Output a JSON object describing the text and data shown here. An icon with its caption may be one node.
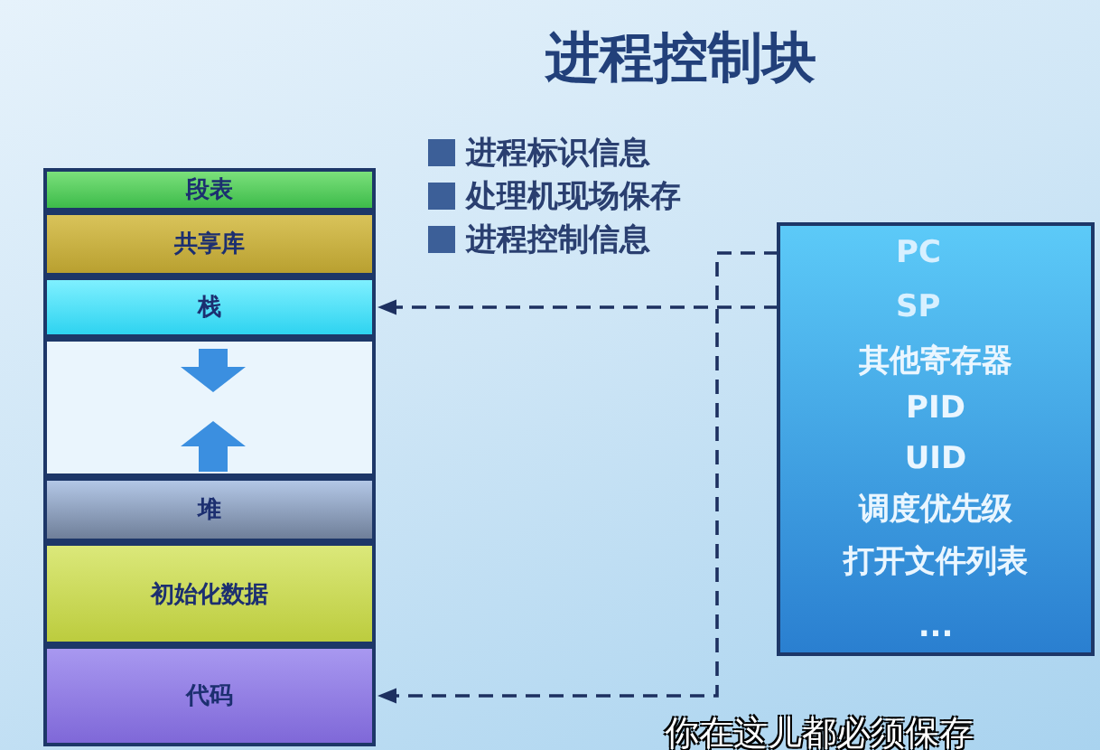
{
  "diagram": {
    "title": "进程控制块",
    "nodes": [
      {
        "text": [
          "段表"
        ]
      },
      {
        "text": [
          "共享库"
        ]
      },
      {
        "text": [
          "栈"
        ]
      },
      {
        "text": [],
        "shape": "box"
      },
      {
        "text": [
          "堆"
        ]
      },
      {
        "text": [
          "初始化数据"
        ]
      },
      {
        "text": [
          "代码"
        ]
      },
      {
        "text": [
          "其他寄存器",
          "PID",
          "UID",
          "调度优先级",
          "打开文件列表",
          "..."
        ]
      },
      {
        "text": [
          "PC"
        ],
        "in": 7
      },
      {
        "text": [
          "SP"
        ],
        "in": 7
      }
    ],
    "edges": [
      {
        "from": 9,
        "to": 2,
        "arrow": "to",
        "style": "dashed"
      },
      {
        "from": 8,
        "to": 6,
        "arrow": "to",
        "style": "dashed"
      }
    ],
    "labels": [
      "进程标识信息",
      "处理机现场保存",
      "进程控制信息",
      "你在这儿都必须保存"
    ]
  }
}
